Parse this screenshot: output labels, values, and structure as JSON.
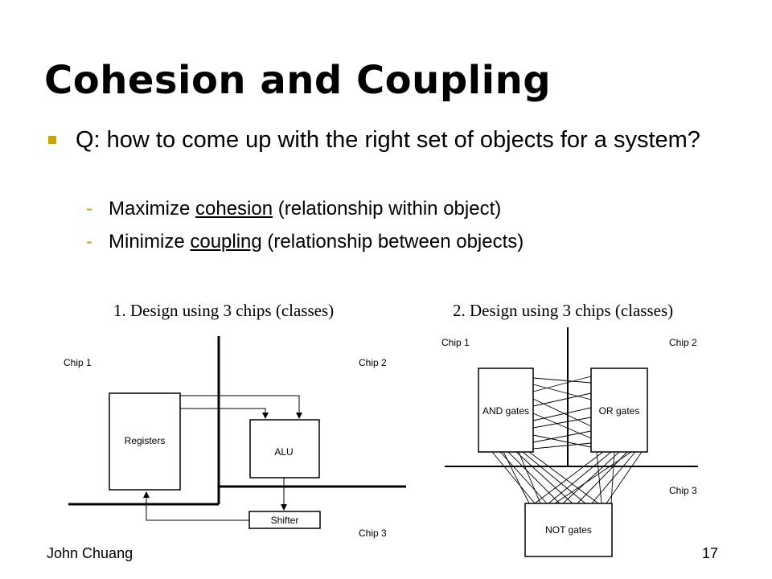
{
  "slide": {
    "title": "Cohesion and Coupling",
    "bullet": "Q: how to come up with the right set of objects for a system?",
    "sub1": {
      "prefix": "Maximize ",
      "term": "cohesion",
      "suffix": " (relationship within object)"
    },
    "sub2": {
      "prefix": "Minimize ",
      "term": "coupling",
      "suffix": " (relationship between objects)"
    },
    "dash": "-",
    "colors": {
      "accent": "#c8a400"
    }
  },
  "diagram1": {
    "caption": "1. Design using 3 chips (classes)",
    "chip1": "Chip 1",
    "chip2": "Chip 2",
    "chip3": "Chip 3",
    "registers": "Registers",
    "alu": "ALU",
    "shifter": "Shifter"
  },
  "diagram2": {
    "caption": "2. Design using 3 chips (classes)",
    "chip1": "Chip 1",
    "chip2": "Chip 2",
    "chip3": "Chip 3",
    "and_gates": "AND gates",
    "or_gates": "OR gates",
    "not_gates": "NOT gates"
  },
  "footer": {
    "author": "John Chuang",
    "page": "17"
  }
}
